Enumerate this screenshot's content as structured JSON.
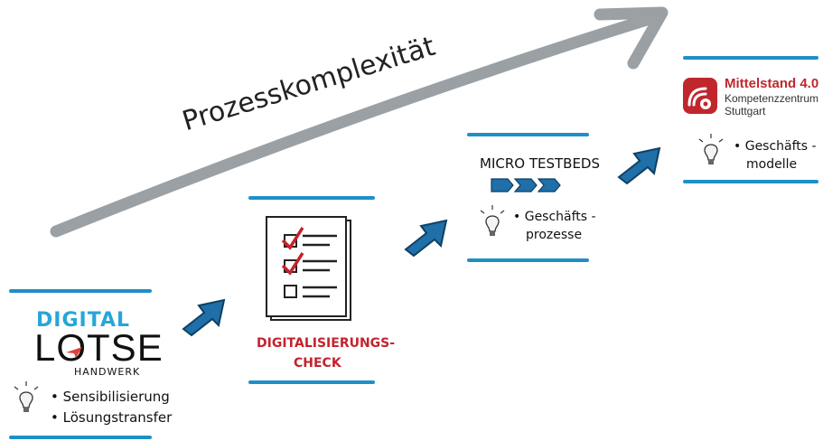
{
  "axis": {
    "label": "Prozesskomplexität"
  },
  "stages": [
    {
      "id": "digital-lotse",
      "logo_top": "DIGITAL",
      "logo_main": "LOTSE",
      "logo_sub": "HANDWERK",
      "bullets": [
        "Sensibilisierung",
        "Lösungstransfer"
      ]
    },
    {
      "id": "check",
      "title_line1": "DIGITALISIERUNGS-",
      "title_line2": "CHECK"
    },
    {
      "id": "testbeds",
      "title": "MICRO TESTBEDS",
      "bullet_line1": "Geschäfts -",
      "bullet_line2": "prozesse"
    },
    {
      "id": "mittelstand",
      "brand_title": "Mittelstand 4.0",
      "brand_sub1": "Kompetenzzentrum",
      "brand_sub2": "Stuttgart",
      "bullet_line1": "Geschäfts -",
      "bullet_line2": "modelle"
    }
  ],
  "colors": {
    "accent_blue": "#1f8fc7",
    "arrow_gray": "#9aa0a3",
    "brand_red": "#c0272d",
    "check_red": "#c4232d",
    "logo_cyan": "#27a6d8"
  }
}
